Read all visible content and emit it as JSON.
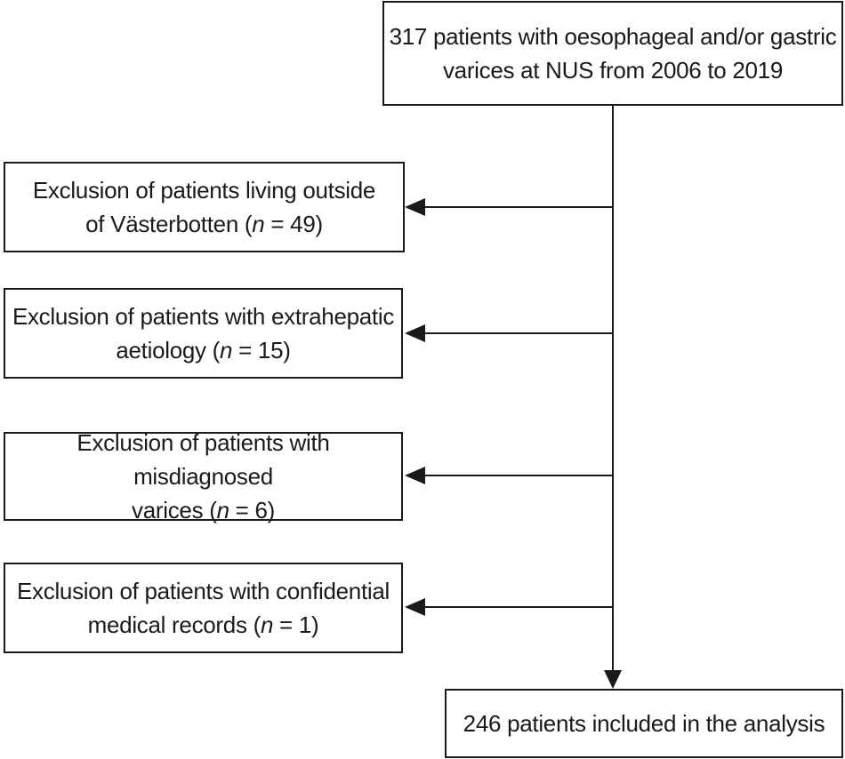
{
  "top_box": {
    "line1": "317 patients with oesophageal and/or gastric",
    "line2": "varices at NUS from 2006 to 2019"
  },
  "exclusions": [
    {
      "line1": "Exclusion of patients living outside",
      "line2_prefix": "of Västerbotten (",
      "n_symbol": "n",
      "line2_suffix": " = 49)"
    },
    {
      "line1": "Exclusion of patients with extrahepatic",
      "line2_prefix": "aetiology (",
      "n_symbol": "n",
      "line2_suffix": " = 15)"
    },
    {
      "line1": "Exclusion of patients with misdiagnosed",
      "line2_prefix": "varices (",
      "n_symbol": "n",
      "line2_suffix": " = 6)"
    },
    {
      "line1": "Exclusion of patients with confidential",
      "line2_prefix": "medical records (",
      "n_symbol": "n",
      "line2_suffix": " = 1)"
    }
  ],
  "bottom_box": {
    "text": "246 patients included in the analysis"
  }
}
